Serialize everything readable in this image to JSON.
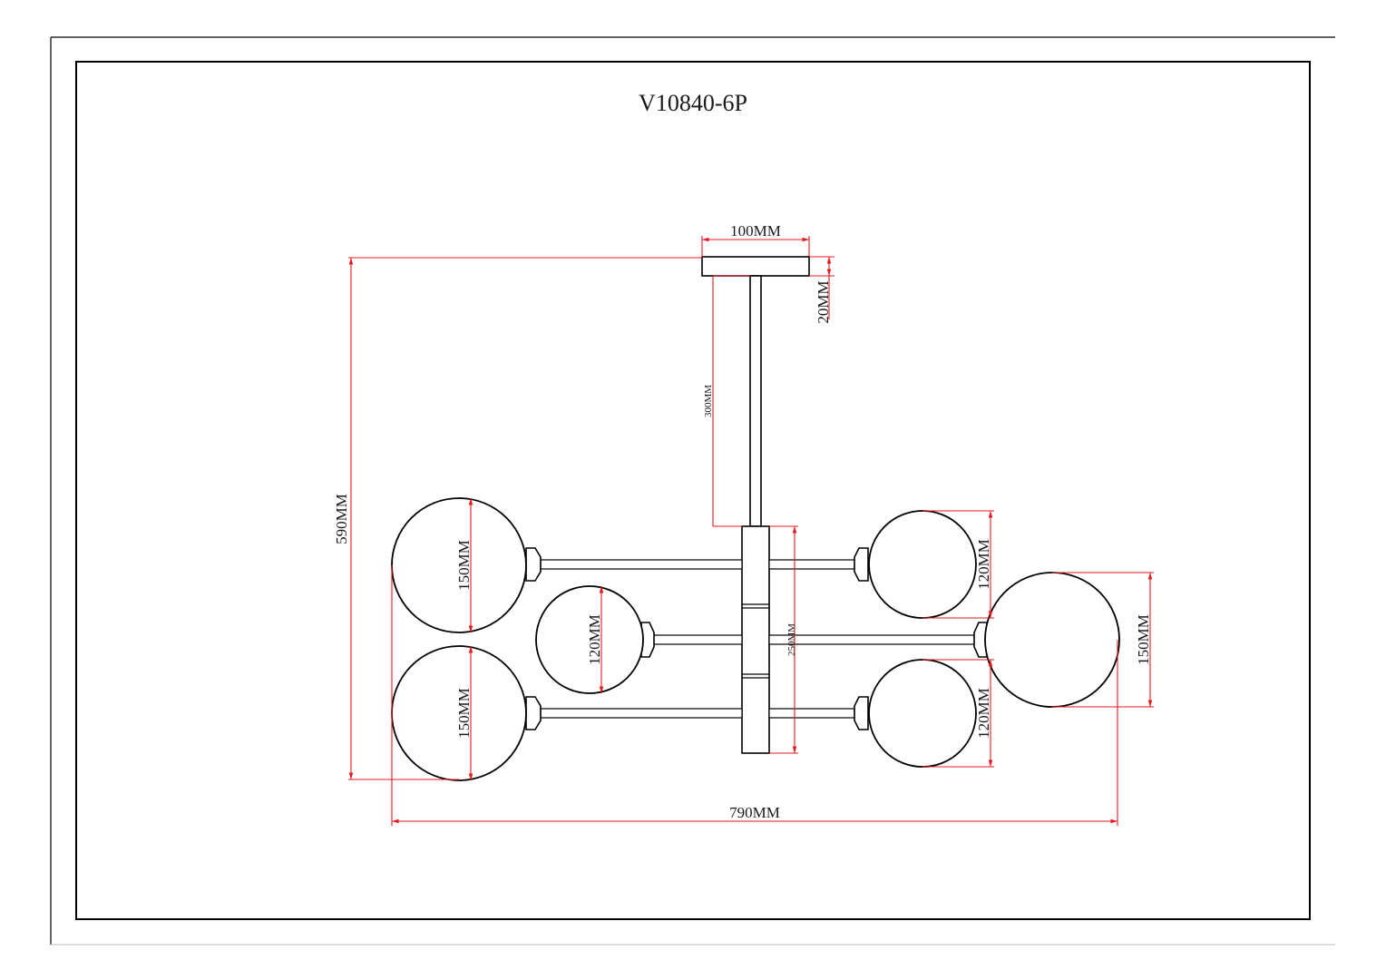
{
  "drawing": {
    "title": "V10840-6P",
    "dimensions": {
      "canopy_width": "100MM",
      "canopy_height": "20MM",
      "rod_length": "300MM",
      "overall_height": "590MM",
      "body_height": "250MM",
      "overall_width": "790MM",
      "globe_top_left": "150MM",
      "globe_bottom_left": "150MM",
      "globe_middle_left": "120MM",
      "globe_top_right": "120MM",
      "globe_bottom_right": "120MM",
      "globe_middle_right": "150MM"
    }
  },
  "colors": {
    "line": "#000000",
    "dimension": "#e8181e",
    "background": "#ffffff"
  }
}
